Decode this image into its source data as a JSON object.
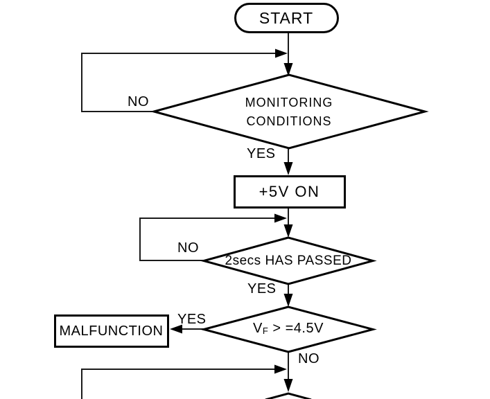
{
  "colors": {
    "line": "#000000",
    "shape_fill": "#ffffff",
    "text": "#000000",
    "background": "#ffffff"
  },
  "flowchart": {
    "nodes": {
      "start": {
        "type": "terminator",
        "label": "START"
      },
      "monitoring_conditions": {
        "type": "decision",
        "lines": [
          "MONITORING",
          "CONDITIONS"
        ]
      },
      "plus_5v_on": {
        "type": "process",
        "label": "+5V ON"
      },
      "two_secs_has_passed": {
        "type": "decision",
        "label": "2secs HAS PASSED"
      },
      "vf_threshold": {
        "type": "decision",
        "label_main": "V",
        "label_sub": "F",
        "label_rest": " > =4.5V"
      },
      "malfunction": {
        "type": "process",
        "label": "MALFUNCTION"
      }
    },
    "edge_labels": {
      "monitoring_no": "NO",
      "monitoring_yes": "YES",
      "two_secs_no": "NO",
      "two_secs_yes": "YES",
      "vf_yes": "YES",
      "vf_no": "NO"
    }
  }
}
